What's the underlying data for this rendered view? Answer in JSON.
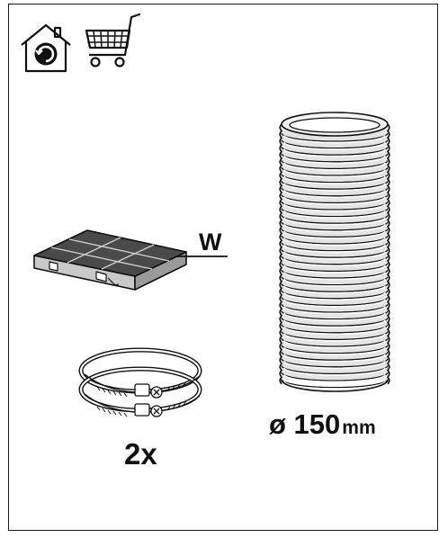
{
  "labels": {
    "filter_label": "W",
    "clamp_quantity": "2x",
    "duct_diameter_value": "ø 150",
    "duct_diameter_unit": "mm"
  },
  "icons": {
    "house": "recirculation-house-icon",
    "cart": "shopping-cart-icon"
  },
  "colors": {
    "line": "#1a1a1a",
    "filter_top": "#4a4a4a",
    "filter_side": "#bdbdbd",
    "duct_fill": "#e4e4e4"
  }
}
